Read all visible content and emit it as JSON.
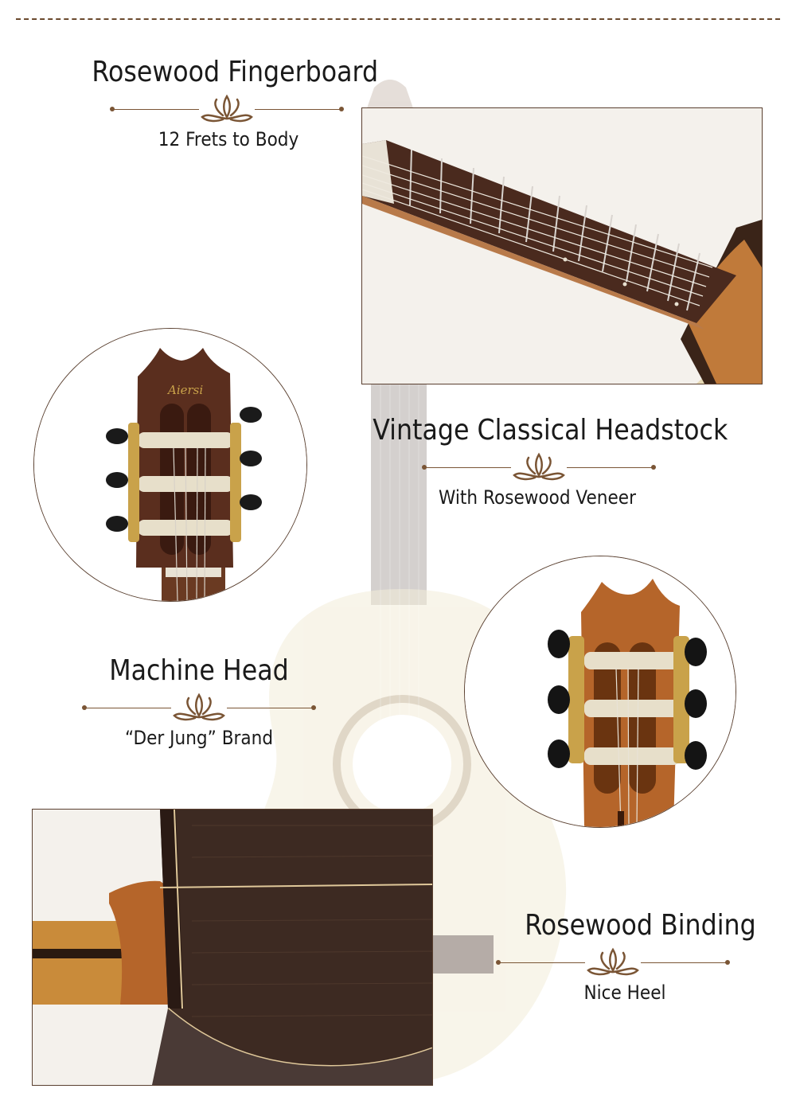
{
  "features": [
    {
      "id": "fingerboard",
      "title": "Rosewood Fingerboard",
      "subtitle": "12 Frets to Body"
    },
    {
      "id": "headstock",
      "title": "Vintage Classical Headstock",
      "subtitle": "With Rosewood Veneer"
    },
    {
      "id": "machine-head",
      "title": "Machine Head",
      "subtitle": "“Der Jung” Brand"
    },
    {
      "id": "binding",
      "title": "Rosewood Binding",
      "subtitle": "Nice Heel"
    }
  ],
  "headstock_logo": "Aiersi",
  "colors": {
    "accent": "#7a5535",
    "rosewood": "#4a2a1e",
    "mahogany": "#b5652a",
    "spruce": "#f3ecd8",
    "gold": "#c9a24a"
  }
}
